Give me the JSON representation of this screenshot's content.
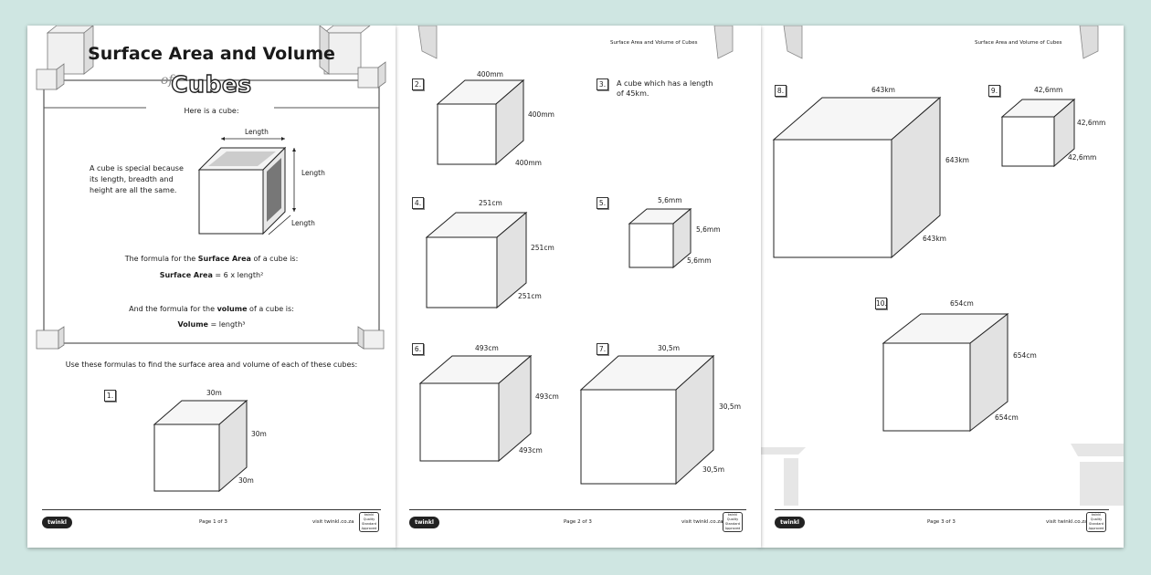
{
  "page1": {
    "title_line1": "Surface Area and Volume",
    "title_of": "of",
    "title_line2": "Cubes",
    "intro": "Here is a cube:",
    "diagram_labels": {
      "top": "Length",
      "right": "Length",
      "bottom": "Length"
    },
    "special_text": "A cube is special because its length, breadth and height are all the same.",
    "sa_intro_pre": "The formula for the ",
    "sa_intro_bold": "Surface Area",
    "sa_intro_post": " of a cube is:",
    "sa_formula_bold": "Surface Area",
    "sa_formula_rest": " = 6 x length²",
    "vol_intro_pre": "And the formula for the ",
    "vol_intro_bold": "volume",
    "vol_intro_post": " of a cube is:",
    "vol_formula_bold": "Volume",
    "vol_formula_rest": " = length³",
    "instruction": "Use these formulas to find the surface area and volume of each of these cubes:",
    "q1": {
      "num": "1.",
      "top": "30m",
      "right": "30m",
      "bottom": "30m"
    },
    "footer": {
      "logo": "twinkl",
      "page": "Page 1 of 3",
      "visit": "visit twinkl.co.za",
      "badge": "twinkl Quality Standard Approved"
    }
  },
  "page2": {
    "header": "Surface Area and Volume of Cubes",
    "q2": {
      "num": "2.",
      "top": "400mm",
      "right": "400mm",
      "bottom": "400mm"
    },
    "q3": {
      "num": "3.",
      "text": "A cube which has a length of 45km."
    },
    "q4": {
      "num": "4.",
      "top": "251cm",
      "right": "251cm",
      "bottom": "251cm"
    },
    "q5": {
      "num": "5.",
      "top": "5,6mm",
      "right": "5,6mm",
      "bottom": "5,6mm"
    },
    "q6": {
      "num": "6.",
      "top": "493cm",
      "right": "493cm",
      "bottom": "493cm"
    },
    "q7": {
      "num": "7.",
      "top": "30,5m",
      "right": "30,5m",
      "bottom": "30,5m"
    },
    "footer": {
      "logo": "twinkl",
      "page": "Page 2 of 3",
      "visit": "visit twinkl.co.za",
      "badge": "twinkl Quality Standard Approved"
    }
  },
  "page3": {
    "header": "Surface Area and Volume of Cubes",
    "q8": {
      "num": "8.",
      "top": "643km",
      "right": "643km",
      "bottom": "643km"
    },
    "q9": {
      "num": "9.",
      "top": "42,6mm",
      "right": "42,6mm",
      "bottom": "42,6mm"
    },
    "q10": {
      "num": "10.",
      "top": "654cm",
      "right": "654cm",
      "bottom": "654cm"
    },
    "footer": {
      "logo": "twinkl",
      "page": "Page 3 of 3",
      "visit": "visit twinkl.co.za",
      "badge": "twinkl Quality Standard Approved"
    }
  },
  "colors": {
    "background": "#cfe6e2",
    "cube_side": "#e2e2e2",
    "cube_top": "#f6f6f6"
  }
}
